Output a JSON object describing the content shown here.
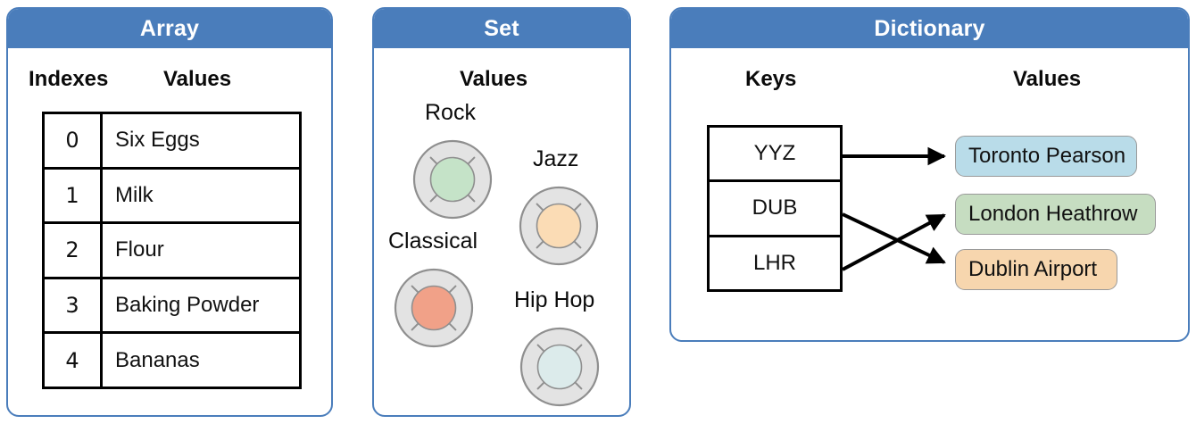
{
  "theme": {
    "header_bg": "#4a7dbb",
    "header_text": "#ffffff",
    "panel_border": "#4a7dbb",
    "stroke": "#000000",
    "disc_ring": "#e3e3e3",
    "disc_ring_stroke": "#8f8f8f",
    "pill_border": "#9a9a9a"
  },
  "panels": {
    "array": {
      "title": "Array",
      "columns": {
        "indexes": "Indexes",
        "values": "Values"
      },
      "rows": [
        {
          "index": "0",
          "value": "Six Eggs"
        },
        {
          "index": "1",
          "value": "Milk"
        },
        {
          "index": "2",
          "value": "Flour"
        },
        {
          "index": "3",
          "value": "Baking Powder"
        },
        {
          "index": "4",
          "value": "Bananas"
        }
      ]
    },
    "set": {
      "title": "Set",
      "columns": {
        "values": "Values"
      },
      "items": [
        {
          "label": "Rock",
          "color": "#c5e3c8",
          "icon": "record-disc-icon"
        },
        {
          "label": "Jazz",
          "color": "#fbdcb5",
          "icon": "record-disc-icon"
        },
        {
          "label": "Classical",
          "color": "#f1a188",
          "icon": "record-disc-icon"
        },
        {
          "label": "Hip Hop",
          "color": "#dcebeb",
          "icon": "record-disc-icon"
        }
      ]
    },
    "dictionary": {
      "title": "Dictionary",
      "columns": {
        "keys": "Keys",
        "values": "Values"
      },
      "keys": [
        "YYZ",
        "DUB",
        "LHR"
      ],
      "values": [
        {
          "label": "Toronto Pearson",
          "color": "#b9dce9"
        },
        {
          "label": "London Heathrow",
          "color": "#c6ddc1"
        },
        {
          "label": "Dublin Airport",
          "color": "#f7d6ae"
        }
      ],
      "mappings": [
        {
          "from": "YYZ",
          "to": "Toronto Pearson"
        },
        {
          "from": "DUB",
          "to": "Dublin Airport"
        },
        {
          "from": "LHR",
          "to": "London Heathrow"
        }
      ]
    }
  }
}
